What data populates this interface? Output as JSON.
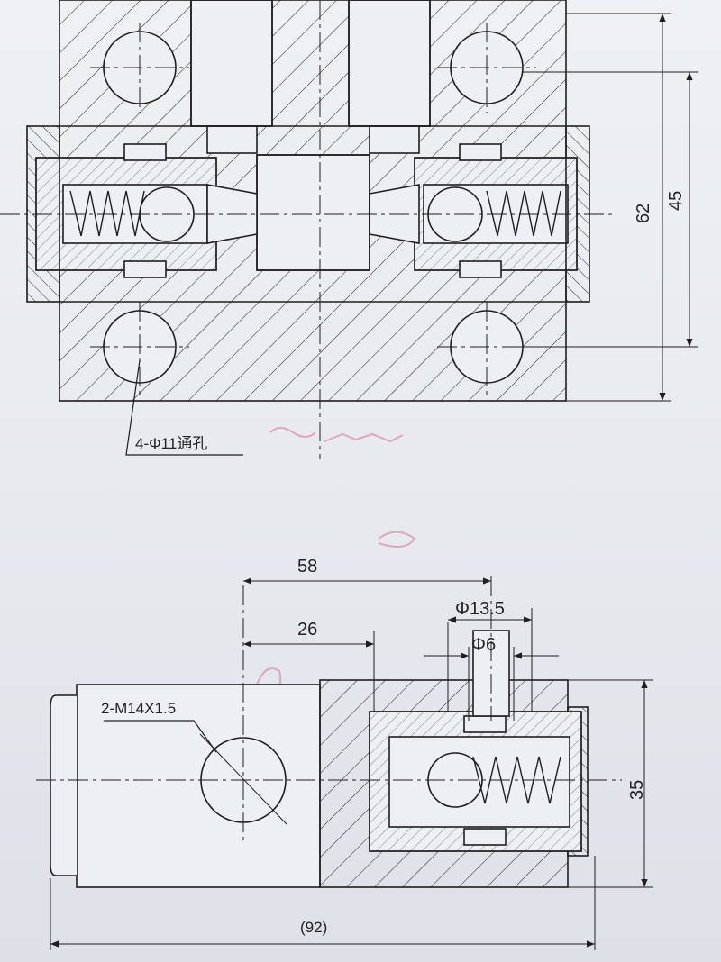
{
  "top_view": {
    "dim_overall_height": "62",
    "dim_hole_spacing": "45",
    "hole_callout": "4-Φ11通孔"
  },
  "bottom_view": {
    "dim_58": "58",
    "dim_26": "26",
    "dim_bore_outer": "Φ13.5",
    "dim_bore_inner": "Φ6",
    "dim_height": "35",
    "dim_length": "(92)",
    "thread_callout": "2-M14X1.5"
  },
  "colors": {
    "line": "#1e1e1e",
    "paper": "#e9ecf0",
    "stamp": "#d9577a"
  }
}
